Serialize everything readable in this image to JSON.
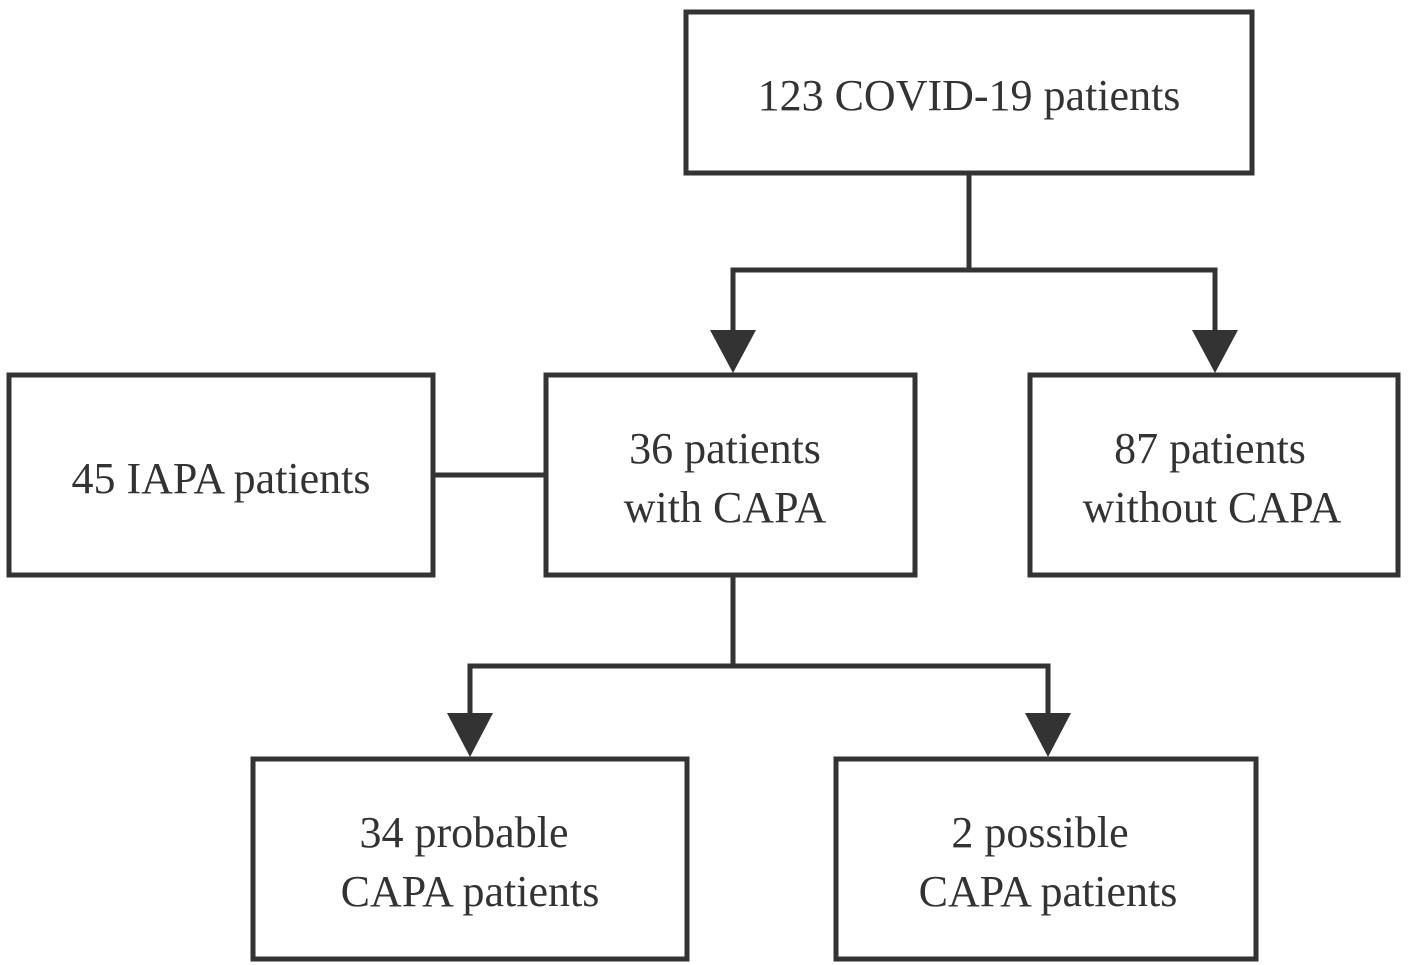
{
  "colors": {
    "stroke": "#333333",
    "text": "#333333",
    "background": "#ffffff"
  },
  "nodes": {
    "total": {
      "lines": [
        "123 COVID-19 patients"
      ]
    },
    "capa": {
      "lines": [
        "36 patients",
        "with CAPA"
      ]
    },
    "no_capa": {
      "lines": [
        "87 patients",
        "without CAPA"
      ]
    },
    "iapa": {
      "lines": [
        "45 IAPA patients"
      ]
    },
    "probable": {
      "lines": [
        "34 probable",
        "CAPA patients"
      ]
    },
    "possible": {
      "lines": [
        "2 possible",
        "CAPA patients"
      ]
    }
  }
}
